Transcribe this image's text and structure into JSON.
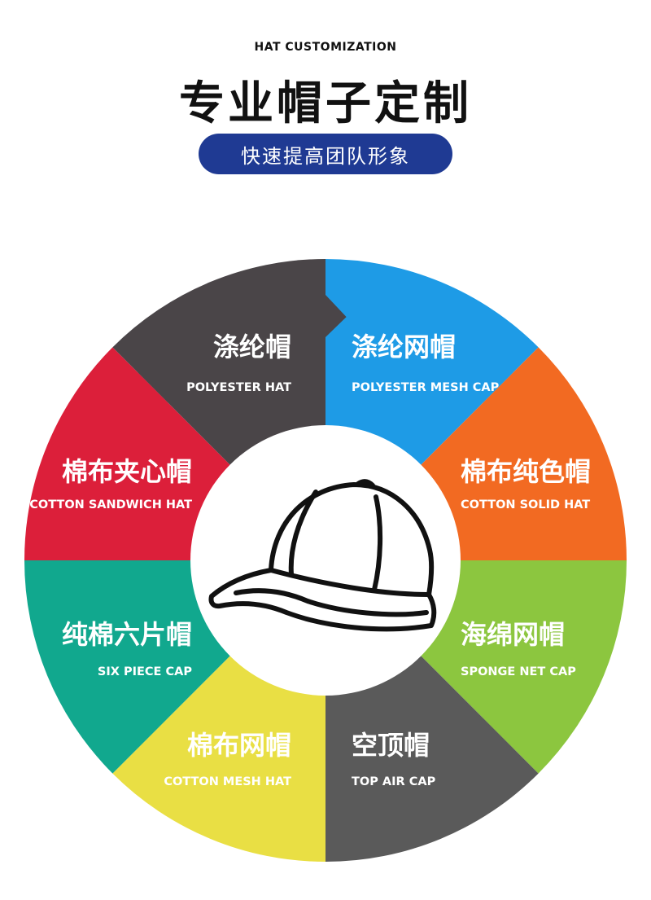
{
  "header": {
    "eyebrow": "HAT CUSTOMIZATION",
    "title": "专业帽子定制",
    "subtitle": "快速提高团队形象"
  },
  "colors": {
    "pill": "#1f3a93"
  },
  "center_icon": "baseball-cap-icon",
  "segments": [
    {
      "cn": "涤纶帽",
      "en": "POLYESTER HAT",
      "color": "#1e9be6"
    },
    {
      "cn": "涤纶网帽",
      "en": "POLYESTER MESH CAP",
      "color": "#f26a22"
    },
    {
      "cn": "棉布纯色帽",
      "en": "COTTON SOLID HAT",
      "color": "#8cc63f"
    },
    {
      "cn": "海绵网帽",
      "en": "SPONGE NET CAP",
      "color": "#5a5a5a"
    },
    {
      "cn": "空顶帽",
      "en": "TOP AIR CAP",
      "color": "#e9df44"
    },
    {
      "cn": "棉布网帽",
      "en": "COTTON MESH HAT",
      "color": "#11a88e"
    },
    {
      "cn": "纯棉六片帽",
      "en": "SIX PIECE CAP",
      "color": "#dc1f3a"
    },
    {
      "cn": "棉布夹心帽",
      "en": "COTTON SANDWICH HAT",
      "color": "#4a4548"
    }
  ]
}
